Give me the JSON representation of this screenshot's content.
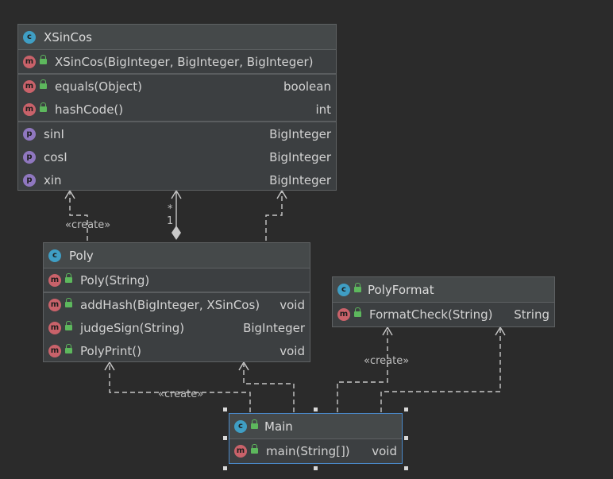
{
  "diagram": {
    "classes": {
      "xsincos": {
        "title": "XSinCos",
        "constructor": "XSinCos(BigInteger, BigInteger, BigInteger)",
        "methods": [
          {
            "name": "equals(Object)",
            "type": "boolean"
          },
          {
            "name": "hashCode()",
            "type": "int"
          }
        ],
        "fields": [
          {
            "name": "sinI",
            "type": "BigInteger"
          },
          {
            "name": "cosI",
            "type": "BigInteger"
          },
          {
            "name": "xin",
            "type": "BigInteger"
          }
        ]
      },
      "poly": {
        "title": "Poly",
        "constructor": "Poly(String)",
        "methods": [
          {
            "name": "addHash(BigInteger, XSinCos)",
            "type": "void"
          },
          {
            "name": "judgeSign(String)",
            "type": "BigInteger"
          },
          {
            "name": "PolyPrint()",
            "type": "void"
          }
        ]
      },
      "polyformat": {
        "title": "PolyFormat",
        "methods": [
          {
            "name": "FormatCheck(String)",
            "type": "String"
          }
        ]
      },
      "main": {
        "title": "Main",
        "methods": [
          {
            "name": "main(String[])",
            "type": "void"
          }
        ]
      }
    },
    "edge_labels": {
      "poly_create_xsincos": "«create»",
      "main_create_poly": "«create»",
      "main_create_polyformat": "«create»",
      "multiplicity_many": "*",
      "multiplicity_one": "1"
    },
    "badges": {
      "class": "c",
      "method": "m",
      "field": "p"
    },
    "colors": {
      "background": "#2b2b2b",
      "class_box": "#3c3f41",
      "class_badge": "#3f9ec4",
      "method_badge": "#c9626a",
      "field_badge": "#8f77bf",
      "visibility_public": "#5db85d",
      "selection": "#4a88c7"
    }
  }
}
